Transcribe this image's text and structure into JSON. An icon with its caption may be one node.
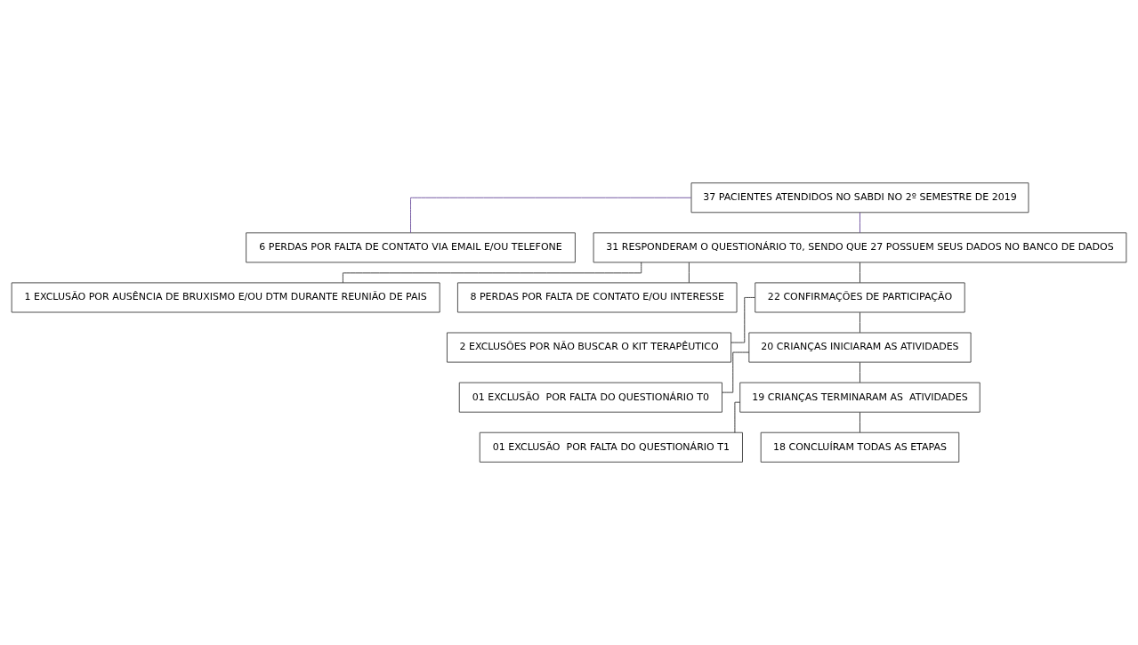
{
  "diagram": {
    "nodes": [
      {
        "text": [
          "37 PACIENTES ATENDIDOS NO SABDI NO 2º SEMESTRE DE 2019"
        ]
      },
      {
        "text": [
          "6 PERDAS POR FALTA DE CONTATO VIA EMAIL E/OU TELEFONE"
        ]
      },
      {
        "text": [
          "31 RESPONDERAM O QUESTIONÁRIO T0, SENDO QUE 27 POSSUEM SEUS DADOS NO BANCO DE DADOS"
        ]
      },
      {
        "text": [
          "1 EXCLUSÃO POR AUSÊNCIA DE BRUXISMO E/OU DTM DURANTE REUNIÃO DE PAIS"
        ]
      },
      {
        "text": [
          "8 PERDAS POR FALTA DE CONTATO E/OU INTERESSE"
        ]
      },
      {
        "text": [
          "22 CONFIRMAÇÕES DE PARTICIPAÇÃO"
        ]
      },
      {
        "text": [
          "2 EXCLUSÕES POR NÃO BUSCAR O KIT TERAPÊUTICO"
        ]
      },
      {
        "text": [
          "20 CRIANÇAS INICIARAM AS ATIVIDADES"
        ]
      },
      {
        "text": [
          "01 EXCLUSÃO  POR FALTA DO QUESTIONÁRIO T0"
        ]
      },
      {
        "text": [
          "19 CRIANÇAS TERMINARAM AS  ATIVIDADES"
        ]
      },
      {
        "text": [
          "01 EXCLUSÃO  POR FALTA DO QUESTIONÁRIO T1"
        ]
      },
      {
        "text": [
          "18 CONCLUÍRAM TODAS AS ETAPAS"
        ]
      }
    ],
    "edges": [
      {
        "from": 0,
        "to": 2,
        "arrow": "none",
        "color": "#6a4c9c"
      },
      {
        "from": 0,
        "to": 1,
        "arrow": "none",
        "color": "#6a4c9c"
      },
      {
        "from": 2,
        "to": 5,
        "arrow": "none"
      },
      {
        "from": 2,
        "to": 3,
        "arrow": "none"
      },
      {
        "from": 2,
        "to": 4,
        "arrow": "none"
      },
      {
        "from": 5,
        "to": 7,
        "arrow": "none"
      },
      {
        "from": 5,
        "to": 6,
        "arrow": "none"
      },
      {
        "from": 7,
        "to": 9,
        "arrow": "none"
      },
      {
        "from": 7,
        "to": 8,
        "arrow": "none"
      },
      {
        "from": 9,
        "to": 11,
        "arrow": "none"
      },
      {
        "from": 9,
        "to": 10,
        "arrow": "none"
      }
    ]
  }
}
